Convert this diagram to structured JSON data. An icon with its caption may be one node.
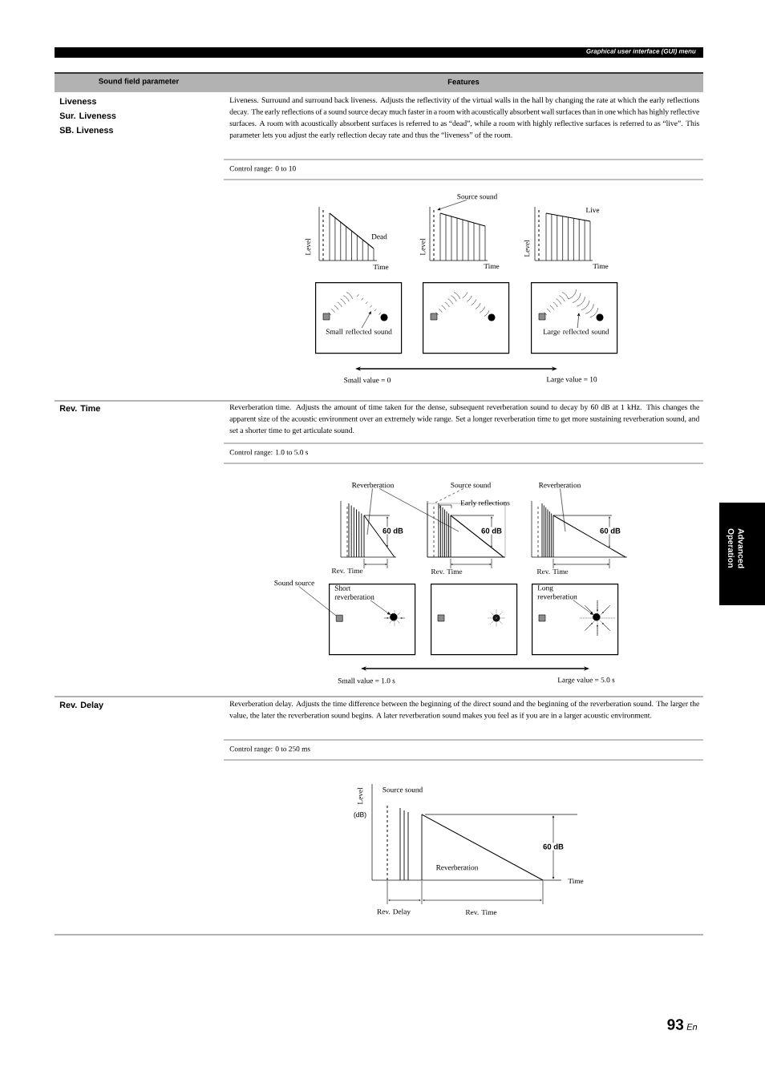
{
  "diagram": {
    "nodes": [
      {
        "text": [
          "Source sound"
        ]
      },
      {
        "text": [],
        "shape": "box"
      },
      {
        "text": [
          "Small reflected sound"
        ],
        "in": 1
      },
      {
        "text": [],
        "shape": "box"
      },
      {
        "text": [],
        "shape": "box"
      },
      {
        "text": [
          "Large reflected sound"
        ],
        "in": 4
      },
      {
        "text": [
          "Reverberation"
        ]
      },
      {
        "text": [
          "Source sound"
        ]
      },
      {
        "text": [
          "Reverberation"
        ]
      },
      {
        "text": [
          "Sound source"
        ]
      },
      {
        "text": [],
        "shape": "box"
      },
      {
        "text": [
          "Short reverberation"
        ],
        "in": 10
      },
      {
        "text": [],
        "shape": "box"
      },
      {
        "text": [],
        "shape": "box"
      },
      {
        "text": [
          "Long reverberation"
        ],
        "in": 13
      },
      {
        "text": [],
        "shape": "picture"
      },
      {
        "text": [],
        "shape": "picture"
      },
      {
        "text": [],
        "shape": "picture"
      },
      {
        "text": [],
        "shape": "picture"
      },
      {
        "text": [],
        "shape": "box",
        "in": 10
      },
      {
        "text": [],
        "shape": "arc",
        "in": 1
      },
      {
        "text": [],
        "shape": "arc",
        "in": 4
      },
      {
        "text": [],
        "shape": "circle",
        "in": 10
      },
      {
        "text": [],
        "shape": "circle",
        "in": 13
      }
    ],
    "edges": [
      {
        "from": 0,
        "to": 15,
        "arrow": "to"
      },
      {
        "from": 2,
        "to": 20,
        "arrow": "to"
      },
      {
        "from": 5,
        "to": 21,
        "arrow": "to"
      },
      {
        "from": 6,
        "to": 16,
        "arrow": "none"
      },
      {
        "from": 6,
        "to": 17,
        "arrow": "none"
      },
      {
        "from": 7,
        "to": 17,
        "arrow": "none",
        "style": "dashed"
      },
      {
        "from": 8,
        "to": 18,
        "arrow": "none"
      },
      {
        "from": 9,
        "to": 19,
        "arrow": "none"
      },
      {
        "from": 11,
        "to": 22,
        "arrow": "to"
      },
      {
        "from": 14,
        "to": 23,
        "arrow": "to"
      }
    ],
    "labels": [
      "Graphical user interface (GUI) menu",
      "Sound field parameter",
      "Features",
      "Liveness",
      "Sur. Liveness",
      "SB. Liveness",
      "Liveness. Surround and surround back liveness. Adjusts the reflectivity of the virtual walls in the hall by changing the rate at which the early reflections decay. The early reflections of a sound source decay much faster in a room with acoustically absorbent wall surfaces than in one which has highly reflective surfaces. A room with acoustically absorbent surfaces is referred to as “dead”, while a room with highly reflective surfaces is referred to as “live”. This parameter lets you adjust the early reflection decay rate and thus the “liveness” of the room.",
      "Control range: 0 to 10",
      "Level",
      "Dead",
      "Time",
      "Level",
      "Time",
      "Live",
      "Level",
      "Time",
      "Small value = 0",
      "Large value = 10",
      "Rev. Time",
      "Reverberation time. Adjusts the amount of time taken for the dense, subsequent reverberation sound to decay by 60 dB at 1 kHz. This changes the apparent size of the acoustic environment over an extremely wide range. Set a longer reverberation time to get more sustaining reverberation sound, and set a shorter time to get articulate sound.",
      "Control range: 1.0 to 5.0 s",
      "Early reflections",
      "60 dB",
      "60 dB",
      "60 dB",
      "Rev. Time",
      "Rev. Time",
      "Rev. Time",
      "Small value = 1.0 s",
      "Large value = 5.0 s",
      "Rev. Delay",
      "Reverberation delay. Adjusts the time difference between the beginning of the direct sound and the beginning of the reverberation sound. The larger the value, the later the reverberation sound begins. A later reverberation sound makes you feel as if you are in a larger acoustic environment.",
      "Control range: 0 to 250 ms",
      "Source sound",
      "Level",
      "(dB)",
      "60 dB",
      "Reverberation",
      "Time",
      "Rev. Delay",
      "Rev. Time",
      "Advanced Operation",
      "93",
      "En"
    ]
  }
}
